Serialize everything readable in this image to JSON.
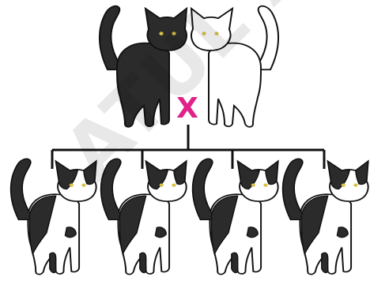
{
  "cross_symbol": "X",
  "watermark_text": "ATUL AMAN",
  "colors": {
    "black_cat": "#2b2b2b",
    "white_cat": "#ffffff",
    "outline": "#111111",
    "cross": "#e0218a",
    "eye": "#d8c04a"
  },
  "parents": [
    {
      "coat": "black",
      "icon": "black-cat-icon"
    },
    {
      "coat": "white",
      "icon": "white-cat-icon"
    }
  ],
  "offspring": [
    {
      "coat": "black-and-white",
      "icon": "bicolor-cat-icon"
    },
    {
      "coat": "black-and-white",
      "icon": "bicolor-cat-icon"
    },
    {
      "coat": "black-and-white",
      "icon": "bicolor-cat-icon"
    },
    {
      "coat": "black-and-white",
      "icon": "bicolor-cat-icon"
    }
  ]
}
